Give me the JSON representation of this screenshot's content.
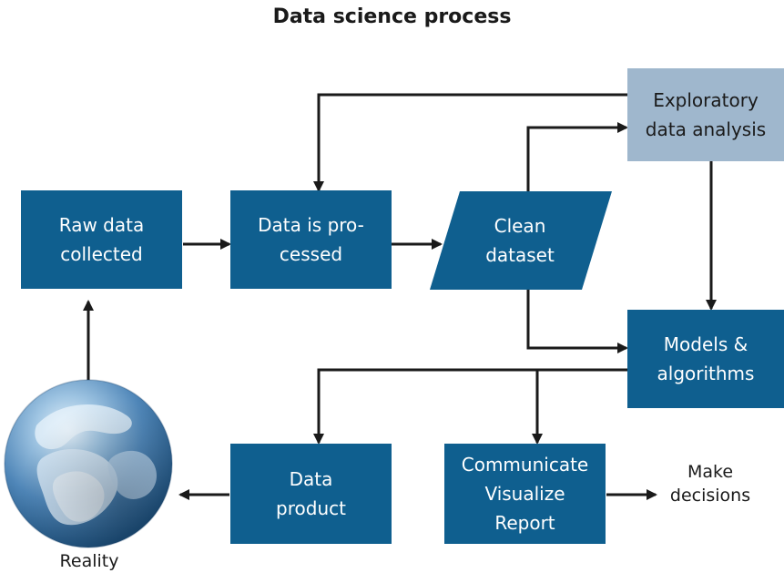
{
  "title": "Data science process",
  "nodes": {
    "raw_data": "Raw data\ncollected",
    "processed": "Data is pro-\ncessed",
    "clean_dataset": "Clean\ndataset",
    "eda": "Exploratory\ndata analysis",
    "models": "Models &\nalgorithms",
    "data_product": "Data\nproduct",
    "communicate": "Communicate\nVisualize\nReport"
  },
  "labels": {
    "make_decisions": "Make\ndecisions",
    "reality": "Reality"
  },
  "colors": {
    "box": "#0f5f8f",
    "eda_box": "#9fb7cd",
    "arrow": "#1a1a1a",
    "globe_deep": "#1f5d8f",
    "globe_light": "#d7e8f6"
  },
  "icons": {
    "globe": "earth-globe-icon"
  }
}
